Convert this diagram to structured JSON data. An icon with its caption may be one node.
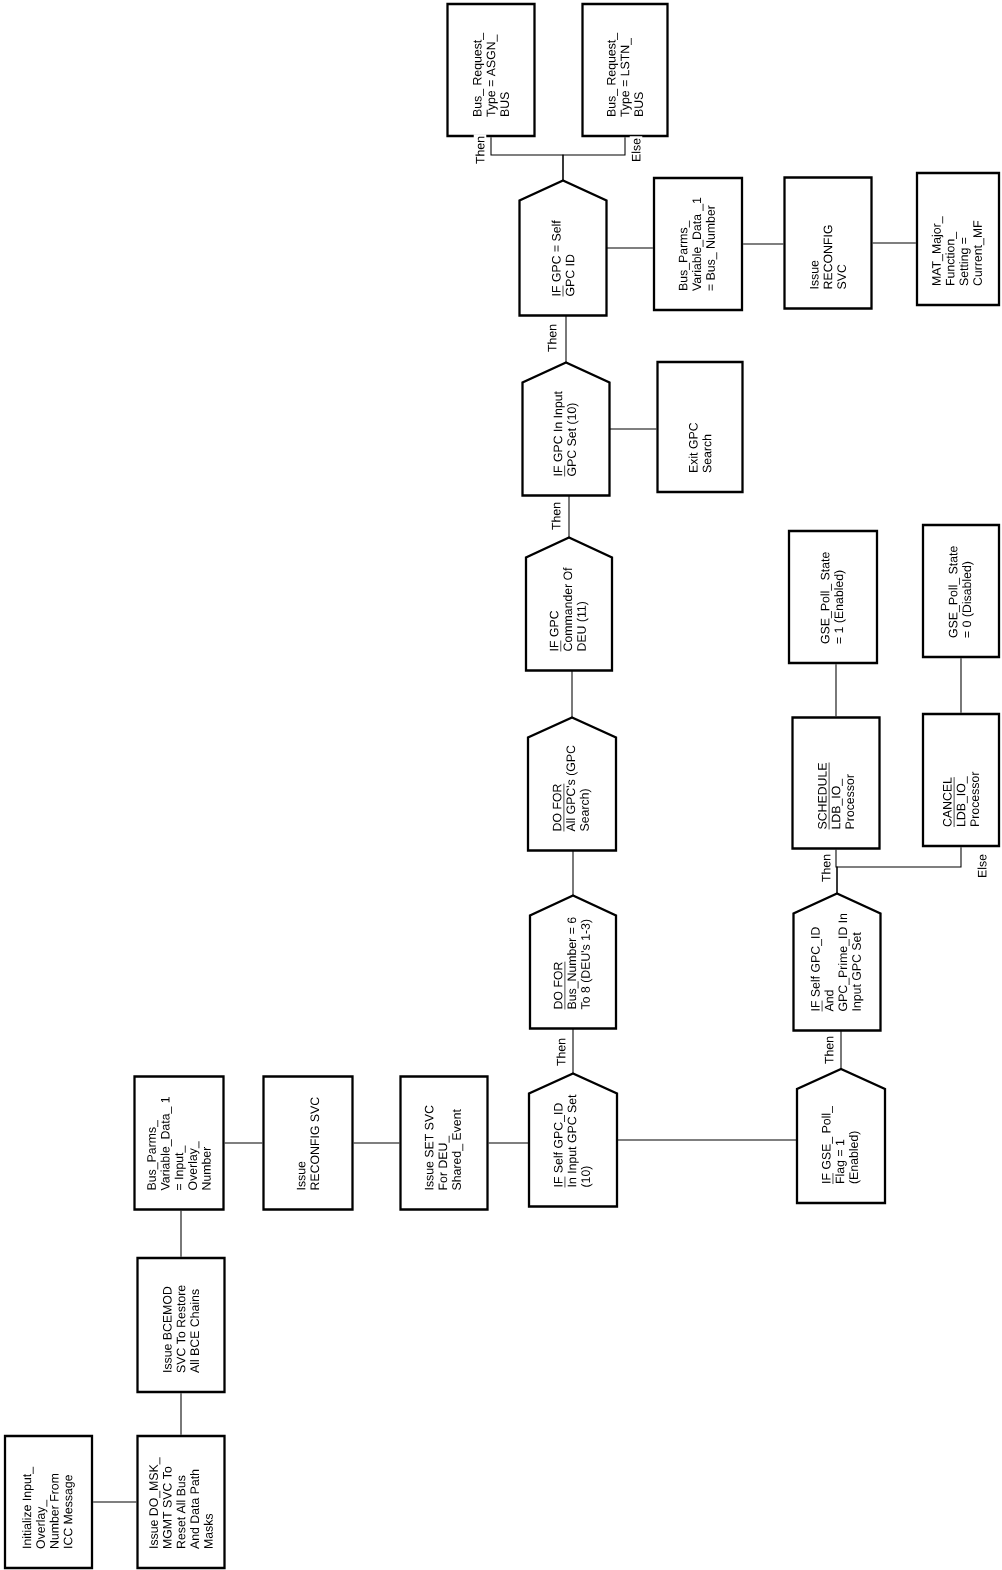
{
  "diagram": {
    "nodes": [
      {
        "text": [
          "Initialize Input_ Overlay_ Number From ICC Message"
        ]
      },
      {
        "text": [
          "Issue DO_MSK_ MGMT SVC To Reset All Bus And Data Path Masks"
        ]
      },
      {
        "text": [
          "Issue BCEMOD SVC To Restore All BCE Chains"
        ]
      },
      {
        "text": [
          "Bus_Parms_ Variable_Data_ 1 = Input_ Overlay_ Number"
        ]
      },
      {
        "text": [
          "Issue RECONFIG SVC"
        ]
      },
      {
        "text": [
          "Issue SET SVC For DEU_ Shared_ Event"
        ]
      },
      {
        "text": [
          "IF",
          "Self GPC_ID In Input GPC Set (10)"
        ]
      },
      {
        "text": [
          "DO FOR",
          "Bus_Number = 6 To 8 (DEU's 1-3)"
        ]
      },
      {
        "text": [
          "DO FOR",
          "All GPC's (GPC Search)"
        ]
      },
      {
        "text": [
          "IF",
          "GPC Commander Of DEU (11)"
        ]
      },
      {
        "text": [
          "IF",
          "GPC In Input GPC Set (10)"
        ]
      },
      {
        "text": [
          "Exit GPC Search"
        ]
      },
      {
        "text": [
          "IF",
          "GPC = Self GPC ID"
        ]
      },
      {
        "text": [
          "Bus_ Request_ Type = ASGN_ BUS"
        ]
      },
      {
        "text": [
          "Bus_ Request_ Type = LSTN_ BUS"
        ]
      },
      {
        "text": [
          "Bus_Parms_ Variable_Data _1 = Bus_ Number"
        ]
      },
      {
        "text": [
          "Issue RECONFIG SVC"
        ]
      },
      {
        "text": [
          "MAT_Major_ Function_ Setting = Current_MF"
        ]
      },
      {
        "text": [
          "IF",
          "GSE_ Poll_ Flag = 1 (Enabled)"
        ]
      },
      {
        "text": [
          "IF",
          "Self GPC_ID And GPC_Prime_ID In Input GPC Set"
        ]
      },
      {
        "text": [
          "SCHEDULE",
          "LDB_IO_ Processor"
        ]
      },
      {
        "text": [
          "GSE_Poll_ State = 1 (Enabled)"
        ]
      },
      {
        "text": [
          "CANCEL",
          "LDB_IO_ Processor"
        ]
      },
      {
        "text": [
          "GSE_Poll_ State = 0 (Disabled)"
        ]
      }
    ],
    "edges": [
      {
        "from": 0,
        "to": 1,
        "arrow": "none"
      },
      {
        "from": 1,
        "to": 2,
        "arrow": "none"
      },
      {
        "from": 2,
        "to": 3,
        "arrow": "none"
      },
      {
        "from": 3,
        "to": 4,
        "arrow": "none"
      },
      {
        "from": 4,
        "to": 5,
        "arrow": "none"
      },
      {
        "from": 5,
        "to": 6,
        "arrow": "none"
      },
      {
        "from": 6,
        "to": 7,
        "arrow": "none",
        "label": "Then"
      },
      {
        "from": 7,
        "to": 8,
        "arrow": "none"
      },
      {
        "from": 8,
        "to": 9,
        "arrow": "none"
      },
      {
        "from": 9,
        "to": 10,
        "arrow": "none",
        "label": "Then"
      },
      {
        "from": 10,
        "to": 11,
        "arrow": "none"
      },
      {
        "from": 10,
        "to": 12,
        "arrow": "none",
        "label": "Then"
      },
      {
        "from": 12,
        "to": 13,
        "arrow": "none",
        "label": "Then"
      },
      {
        "from": 12,
        "to": 14,
        "arrow": "none",
        "label": "Else"
      },
      {
        "from": 12,
        "to": 15,
        "arrow": "none"
      },
      {
        "from": 15,
        "to": 16,
        "arrow": "none"
      },
      {
        "from": 16,
        "to": 17,
        "arrow": "none"
      },
      {
        "from": 6,
        "to": 18,
        "arrow": "none"
      },
      {
        "from": 18,
        "to": 19,
        "arrow": "none",
        "label": "Then"
      },
      {
        "from": 19,
        "to": 20,
        "arrow": "none",
        "label": "Then"
      },
      {
        "from": 19,
        "to": 22,
        "arrow": "none",
        "label": "Else"
      },
      {
        "from": 20,
        "to": 21,
        "arrow": "none"
      },
      {
        "from": 22,
        "to": 23,
        "arrow": "none"
      }
    ]
  }
}
